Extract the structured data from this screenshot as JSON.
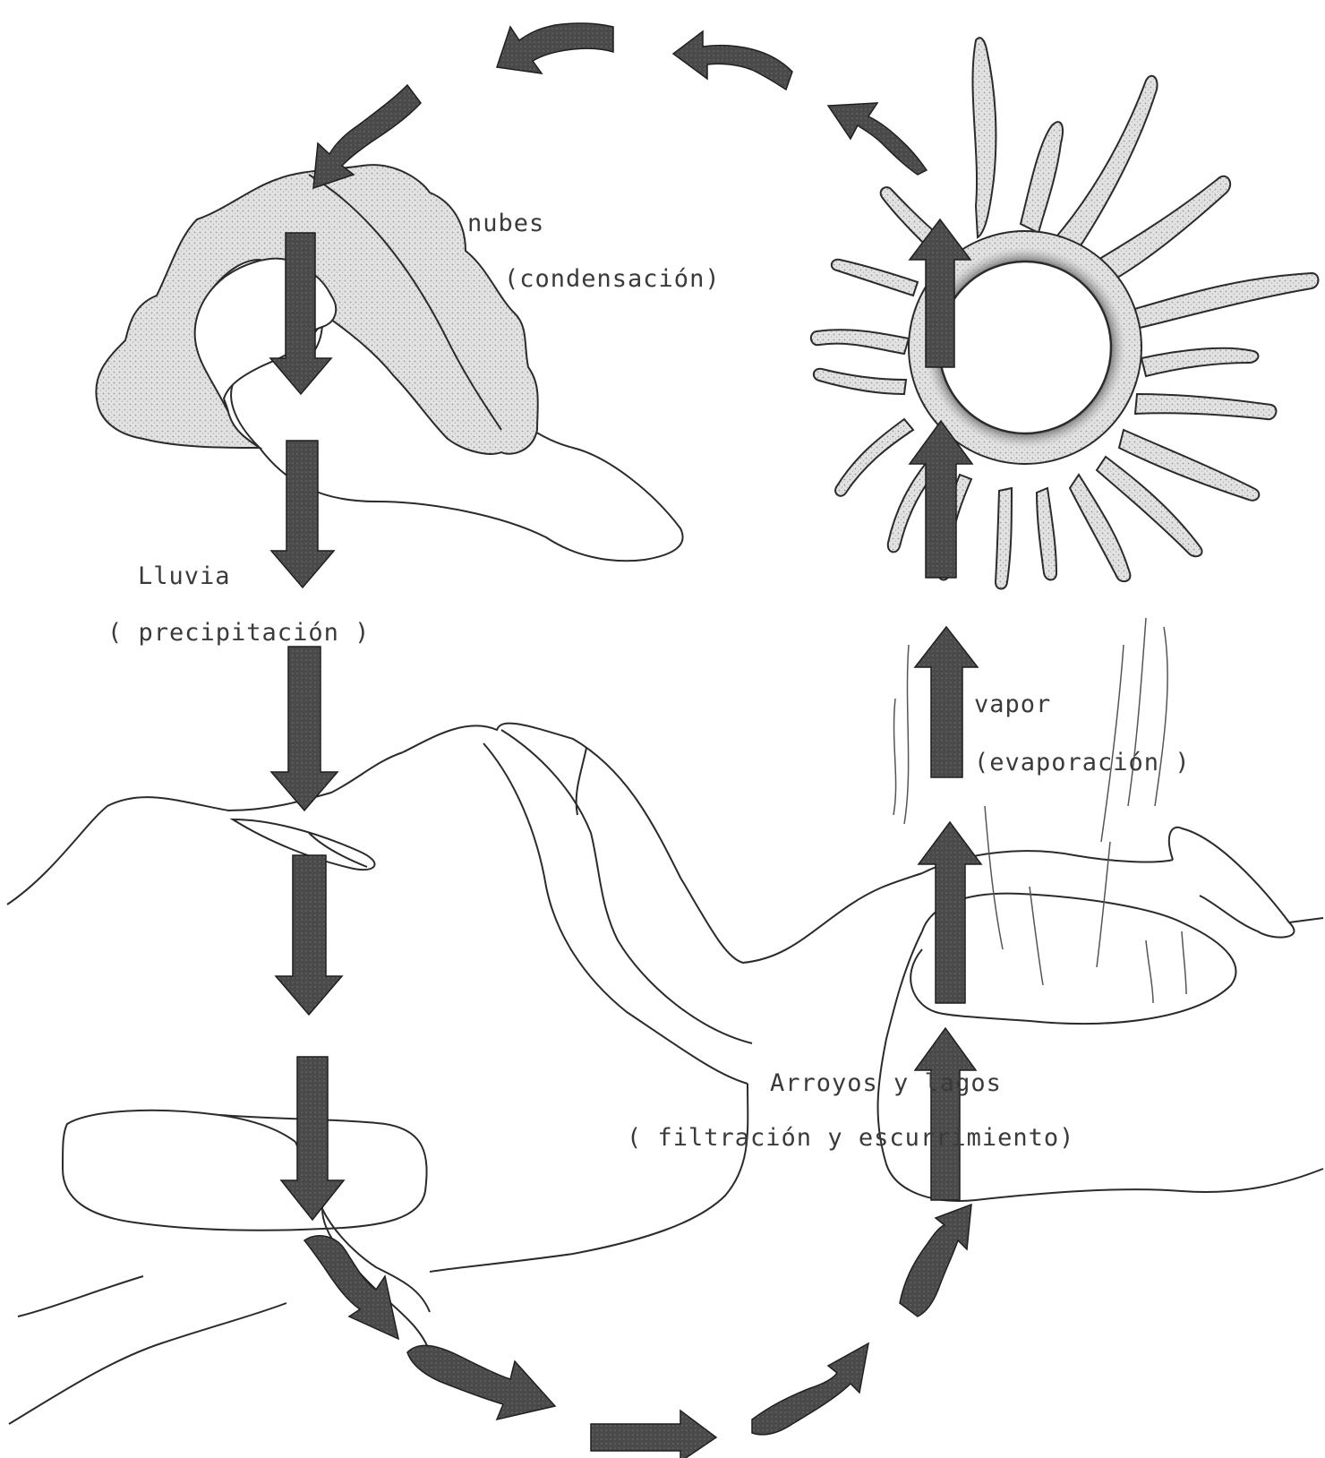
{
  "labels": {
    "clouds_title": "nubes",
    "clouds_process": "(condensación)",
    "rain_title": "Lluvia",
    "rain_process": "( precipitación )",
    "vapor_title": "vapor",
    "vapor_process": "(evaporación )",
    "streams_title": "Arroyos y lagos",
    "streams_process": "( filtración  y escurrimiento)"
  },
  "colors": {
    "ink": "#2b2b2b",
    "arrow_fill": "#4a4a4a",
    "shading": "#c9c9c9"
  }
}
